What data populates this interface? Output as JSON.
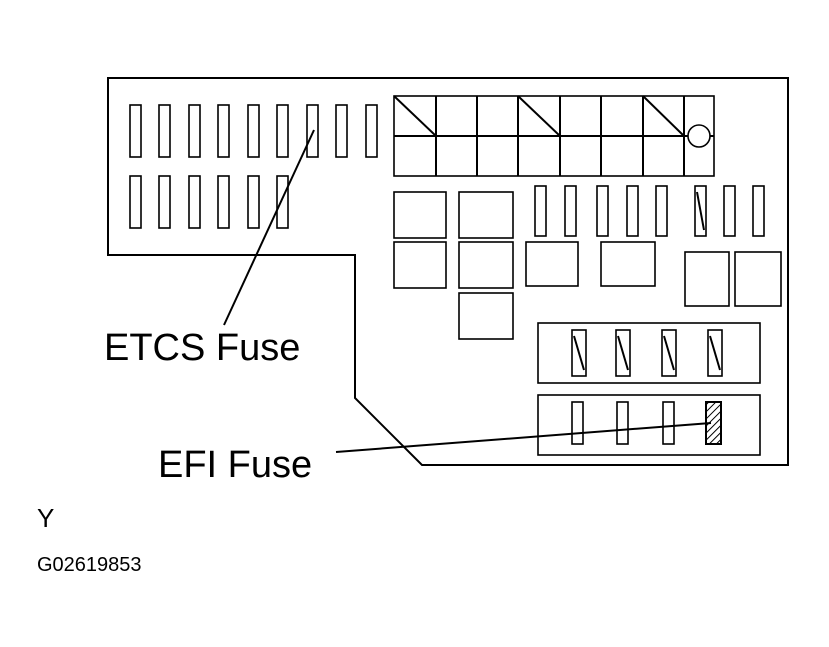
{
  "labels": {
    "etcs_fuse": "ETCS Fuse",
    "efi_fuse": "EFI Fuse",
    "corner_letter": "Y",
    "figure_code": "G02619853"
  },
  "colors": {
    "stroke": "#000000",
    "background": "#ffffff"
  }
}
